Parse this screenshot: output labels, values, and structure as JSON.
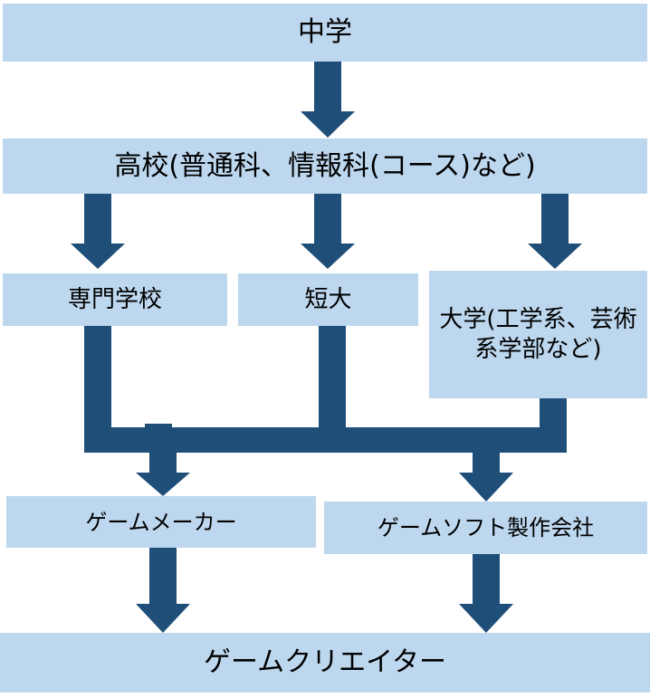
{
  "nodes": {
    "junior_high": "中学",
    "high_school": "高校(普通科、情報科(コース)など)",
    "vocational_school": "専門学校",
    "junior_college": "短大",
    "university": "大学(工学系、芸術系学部など)",
    "game_maker": "ゲームメーカー",
    "game_software_company": "ゲームソフト製作会社",
    "game_creator": "ゲームクリエイター"
  },
  "colors": {
    "box_fill": "#bdd7ee",
    "arrow": "#1f4e79",
    "text": "#000000"
  }
}
